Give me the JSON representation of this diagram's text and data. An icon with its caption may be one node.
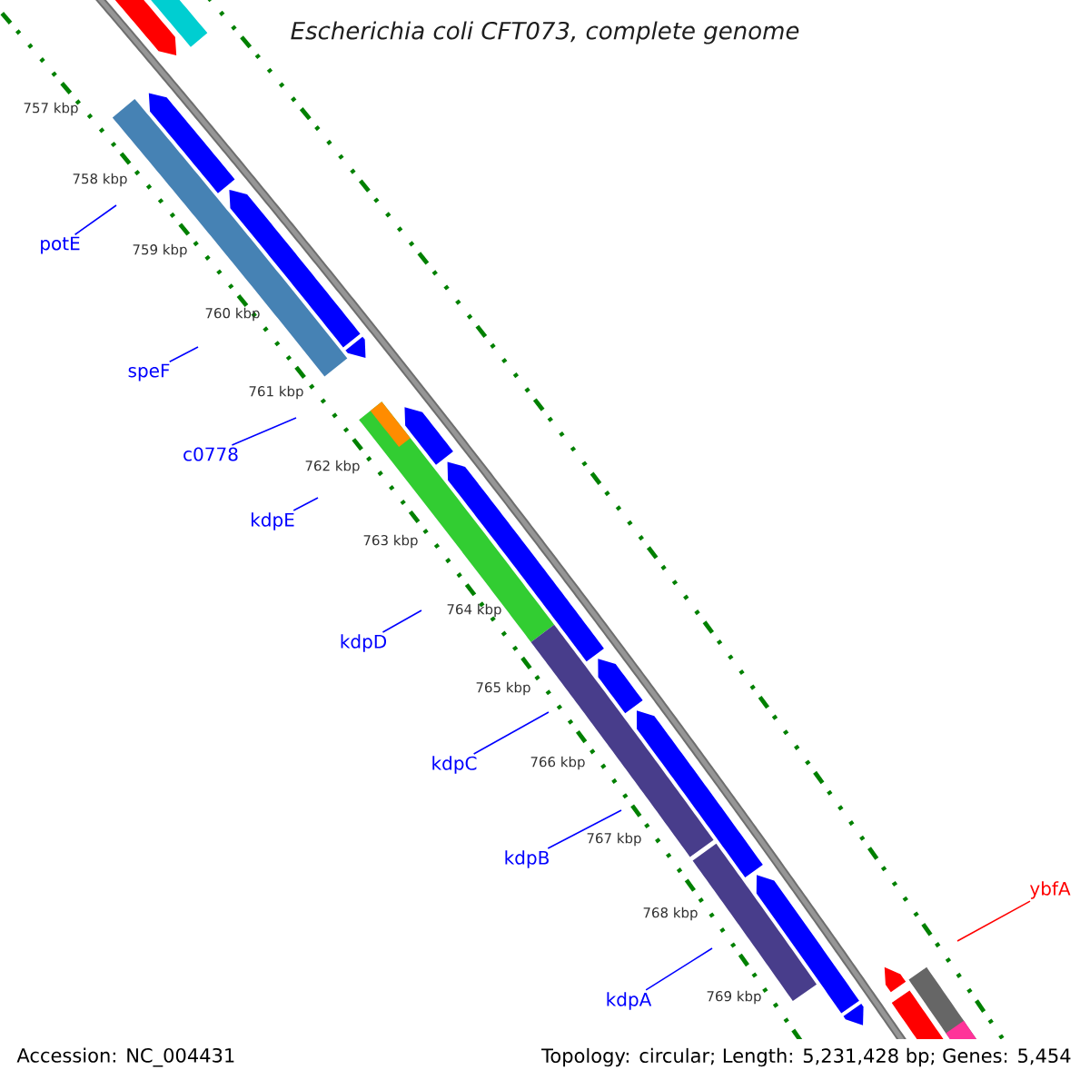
{
  "diagram": {
    "title": "Escherichia coli CFT073, complete genome",
    "nodes": [
      {
        "text": [
          "potE"
        ]
      },
      {
        "text": [
          "speF"
        ]
      },
      {
        "text": [
          "c0778"
        ]
      },
      {
        "text": [
          "kdpE"
        ]
      },
      {
        "text": [
          "kdpD"
        ]
      },
      {
        "text": [
          "kdpC"
        ]
      },
      {
        "text": [
          "kdpB"
        ]
      },
      {
        "text": [
          "ybfA"
        ]
      },
      {
        "text": [
          "kdpA"
        ]
      }
    ],
    "edges": [
      {
        "from": 0,
        "to": null,
        "arrow": "none"
      },
      {
        "from": 1,
        "to": null,
        "arrow": "none"
      },
      {
        "from": 2,
        "to": null,
        "arrow": "none"
      },
      {
        "from": 3,
        "to": null,
        "arrow": "none"
      },
      {
        "from": 4,
        "to": null,
        "arrow": "none"
      },
      {
        "from": 5,
        "to": null,
        "arrow": "none"
      },
      {
        "from": 6,
        "to": null,
        "arrow": "none"
      },
      {
        "from": 7,
        "to": null,
        "arrow": "none",
        "color": "#ff0000"
      },
      {
        "from": 8,
        "to": null,
        "arrow": "none"
      }
    ],
    "labels": [
      "757 kbp",
      "758 kbp",
      "759 kbp",
      "760 kbp",
      "761 kbp",
      "762 kbp",
      "763 kbp",
      "764 kbp",
      "765 kbp",
      "766 kbp",
      "767 kbp",
      "768 kbp",
      "769 kbp",
      "Accession: NC_004431",
      "Topology: circular; Length: 5,231,428 bp; Genes: 5,454"
    ]
  }
}
